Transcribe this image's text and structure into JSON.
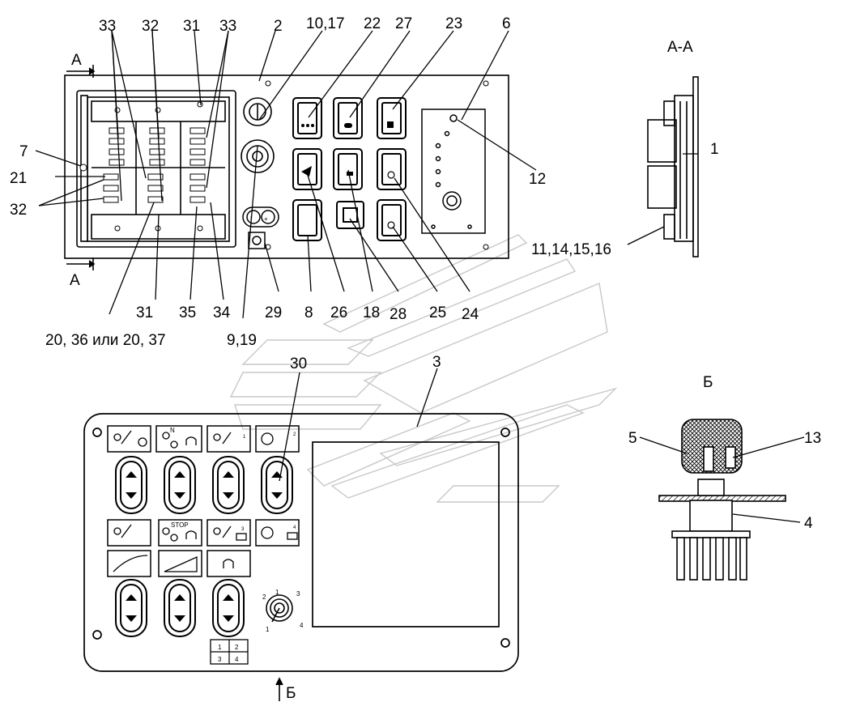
{
  "callouts": {
    "n1": "1",
    "n2": "2",
    "n3": "3",
    "n4": "4",
    "n5": "5",
    "n6": "6",
    "n7": "7",
    "n8": "8",
    "n9_19": "9,19",
    "n10_17": "10,17",
    "n11_16": "11,14,15,16",
    "n12": "12",
    "n13": "13",
    "n18": "18",
    "n21": "21",
    "n22": "22",
    "n23": "23",
    "n24": "24",
    "n25": "25",
    "n26": "26",
    "n27": "27",
    "n28": "28",
    "n29": "29",
    "n30": "30",
    "n20_36_37": "20, 36 или 20, 37",
    "n31": "31",
    "n32": "32",
    "n33": "33",
    "n34": "34",
    "n35": "35"
  },
  "section_marks": {
    "a_top": "А",
    "a_bottom": "А",
    "aa": "А-А",
    "b_title": "Б",
    "b_arrow": "Б"
  },
  "panel_text": {
    "stop": "STOP",
    "n": "N",
    "numbers": [
      "1",
      "2",
      "3",
      "4"
    ],
    "grid": [
      "1",
      "2",
      "3",
      "4"
    ],
    "knob_numbers": [
      "1",
      "2",
      "3",
      "4"
    ],
    "knob_top": [
      "1",
      "2",
      "3"
    ]
  },
  "colors": {
    "line": "#000000",
    "fill_light": "#ffffff",
    "hatch": "#000000"
  }
}
